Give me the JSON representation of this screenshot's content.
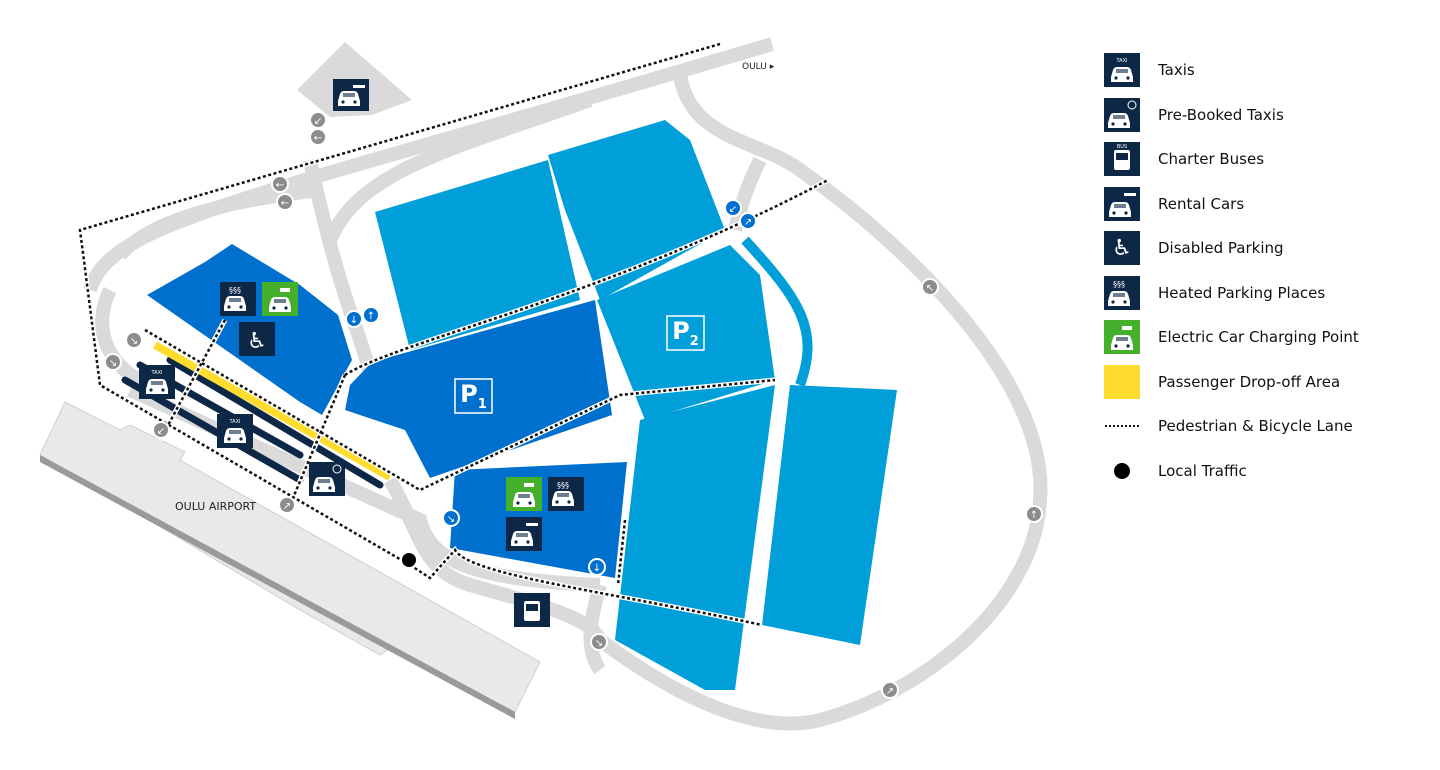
{
  "colors": {
    "parking_light": "#009fd9",
    "parking_dark": "#0070ce",
    "icon_navy": "#0d2847",
    "road": "#dadada",
    "terminal": "#e9e9e9",
    "electric": "#44b02b",
    "dropoff": "#ffdc2e"
  },
  "map": {
    "terminal_label": "OULU AIRPORT",
    "direction_label": "OULU",
    "parking": [
      {
        "letter": "P",
        "num": "1"
      },
      {
        "letter": "P",
        "num": "2"
      }
    ]
  },
  "legend": {
    "items": [
      {
        "icon": "taxi-icon",
        "label": "Taxis"
      },
      {
        "icon": "prebooked-taxi-icon",
        "label": "Pre-Booked Taxis"
      },
      {
        "icon": "bus-icon",
        "label": "Charter Buses"
      },
      {
        "icon": "rental-car-icon",
        "label": "Rental Cars"
      },
      {
        "icon": "wheelchair-icon",
        "label": "Disabled Parking"
      },
      {
        "icon": "heated-parking-icon",
        "label": "Heated Parking Places"
      },
      {
        "icon": "ev-charging-icon",
        "label": "Electric Car Charging Point"
      },
      {
        "icon": "dropoff-swatch",
        "label": "Passenger Drop-off Area"
      },
      {
        "icon": "dotted-line",
        "label": "Pedestrian & Bicycle Lane"
      },
      {
        "icon": "dot",
        "label": "Local Traffic"
      }
    ],
    "icon_text": {
      "taxi": "TAXI",
      "bus": "BUS"
    }
  }
}
